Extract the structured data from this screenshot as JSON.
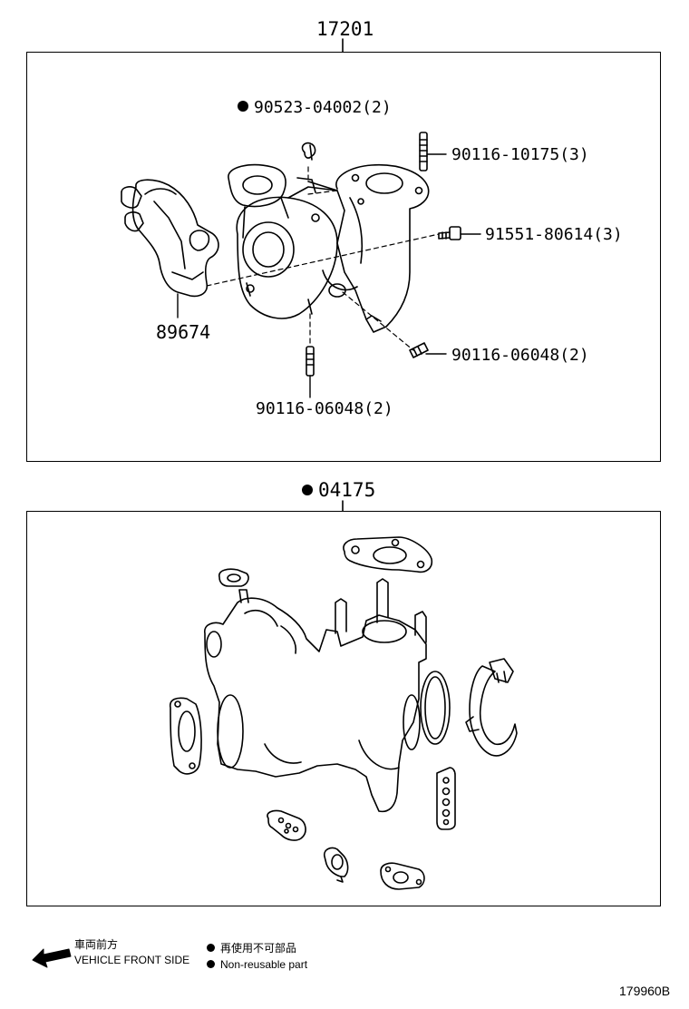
{
  "assembly": {
    "number": "17201",
    "parts": {
      "clip": {
        "number": "90523-04002(2)",
        "non_reusable": true
      },
      "stud_top": {
        "number": "90116-10175(3)"
      },
      "bolt": {
        "number": "91551-80614(3)"
      },
      "stud_right": {
        "number": "90116-06048(2)"
      },
      "stud_bottom": {
        "number": "90116-06048(2)"
      },
      "bracket": {
        "number": "89674"
      }
    }
  },
  "gasket_kit": {
    "number": "04175",
    "non_reusable": true
  },
  "legend": {
    "vehicle_front_jp": "車両前方",
    "vehicle_front_en": "VEHICLE FRONT SIDE",
    "non_reusable_jp": "再使用不可部品",
    "non_reusable_en": "Non-reusable part"
  },
  "diagram_id": "179960B"
}
